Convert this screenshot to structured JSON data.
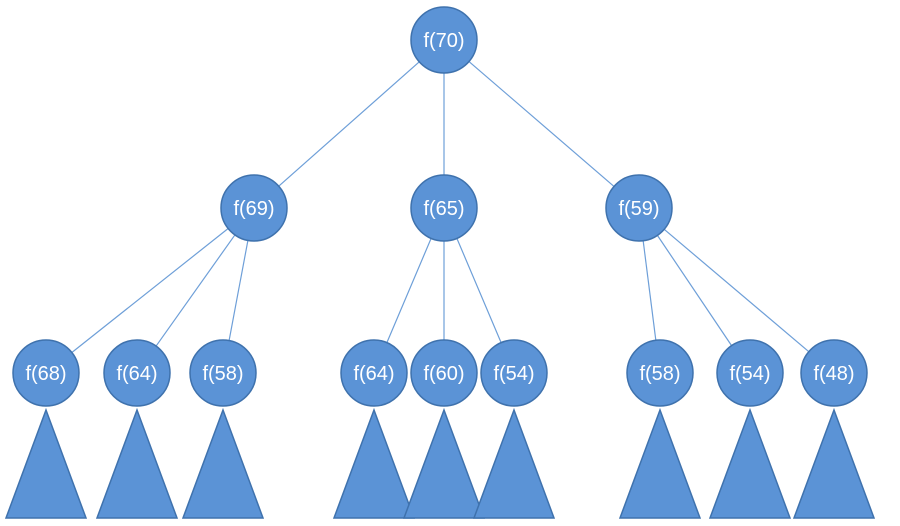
{
  "colors": {
    "node_fill": "#5b93d6",
    "node_stroke": "#3f72ad",
    "edge": "#6e9fd8",
    "label": "#ffffff"
  },
  "root": {
    "label": "f(70)"
  },
  "level1": [
    {
      "label": "f(69)"
    },
    {
      "label": "f(65)"
    },
    {
      "label": "f(59)"
    }
  ],
  "level2": [
    {
      "label": "f(68)",
      "parent": 0
    },
    {
      "label": "f(64)",
      "parent": 0
    },
    {
      "label": "f(58)",
      "parent": 0
    },
    {
      "label": "f(64)",
      "parent": 1
    },
    {
      "label": "f(60)",
      "parent": 1
    },
    {
      "label": "f(54)",
      "parent": 1
    },
    {
      "label": "f(58)",
      "parent": 2
    },
    {
      "label": "f(54)",
      "parent": 2
    },
    {
      "label": "f(48)",
      "parent": 2
    }
  ],
  "subtree_marker": "triangle"
}
